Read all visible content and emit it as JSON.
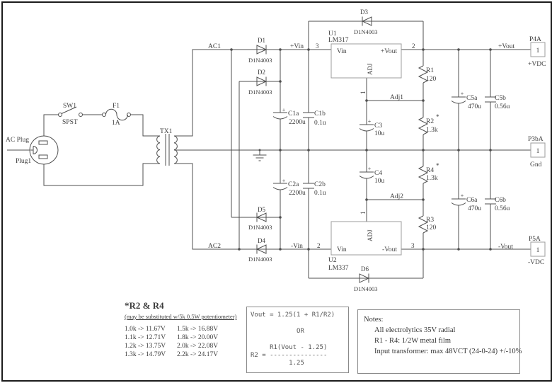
{
  "components": {
    "plug": {
      "label": "AC Plug",
      "ref": "Plug1"
    },
    "switch": {
      "ref": "SW1",
      "type": "SPST"
    },
    "fuse": {
      "ref": "F1",
      "value": "1A"
    },
    "transformer": {
      "ref": "TX1"
    },
    "u1": {
      "ref": "U1",
      "part": "LM317",
      "pin_in_name": "Vin",
      "pin_out_name": "+Vout",
      "pin_adj_name": "ADJ",
      "pin_in": "3",
      "pin_out": "2",
      "pin_adj": "1"
    },
    "u2": {
      "ref": "U2",
      "part": "LM337",
      "pin_in_name": "Vin",
      "pin_out_name": "-Vout",
      "pin_adj_name": "ADJ",
      "pin_in": "2",
      "pin_out": "3",
      "pin_adj": "1"
    },
    "d1": {
      "ref": "D1",
      "part": "D1N4003"
    },
    "d2": {
      "ref": "D2",
      "part": "D1N4003"
    },
    "d3": {
      "ref": "D3",
      "part": "D1N4003"
    },
    "d4": {
      "ref": "D4",
      "part": "D1N4003"
    },
    "d5": {
      "ref": "D5",
      "part": "D1N4003"
    },
    "d6": {
      "ref": "D6",
      "part": "D1N4003"
    },
    "r1": {
      "ref": "R1",
      "value": "120"
    },
    "r2": {
      "ref": "R2",
      "value": "1.3k",
      "star": "*"
    },
    "r3": {
      "ref": "R3",
      "value": "120"
    },
    "r4": {
      "ref": "R4",
      "value": "1.3k",
      "star": "*"
    },
    "c1a": {
      "ref": "C1a",
      "value": "2200u",
      "plus": "+"
    },
    "c1b": {
      "ref": "C1b",
      "value": "0.1u"
    },
    "c2a": {
      "ref": "C2a",
      "value": "2200u",
      "plus": "+"
    },
    "c2b": {
      "ref": "C2b",
      "value": "0.1u"
    },
    "c3": {
      "ref": "C3",
      "value": "10u",
      "plus": "+"
    },
    "c4": {
      "ref": "C4",
      "value": "10u",
      "plus": "+"
    },
    "c5a": {
      "ref": "C5a",
      "value": "470u",
      "plus": "+"
    },
    "c5b": {
      "ref": "C5b",
      "value": "0.56u"
    },
    "c6a": {
      "ref": "C6a",
      "value": "470u",
      "plus": "+"
    },
    "c6b": {
      "ref": "C6b",
      "value": "0.56u"
    }
  },
  "nets": {
    "ac1": "AC1",
    "ac2": "AC2",
    "vin_pos": "+Vin",
    "vin_neg": "-Vin",
    "vout_pos": "+Vout",
    "vout_neg": "-Vout",
    "adj1": "Adj1",
    "adj2": "Adj2"
  },
  "connectors": {
    "p4a": {
      "ref": "P4A",
      "pin": "1",
      "net": "+VDC"
    },
    "p3ba": {
      "ref": "P3bA",
      "pin": "1",
      "net": "Gnd"
    },
    "p5a": {
      "ref": "P5A",
      "pin": "1",
      "net": "-VDC"
    }
  },
  "r2r4_note": {
    "title": "*R2 & R4",
    "subtitle": "(may be substituted w/5k 0.5W potentiometer)",
    "col1": [
      "1.0k -> 11.67V",
      "1.1k -> 12.71V",
      "1.2k -> 13.75V",
      "1.3k -> 14.79V"
    ],
    "col2": [
      "1.5k -> 16.88V",
      "1.8k -> 20.00V",
      "2.0k -> 22.08V",
      "2.2k -> 24.17V"
    ]
  },
  "formula": {
    "lines": [
      "Vout = 1.25(1 + R1/R2)",
      "",
      "            OR",
      "",
      "     R1(Vout - 1.25)",
      "R2 = ---------------",
      "          1.25"
    ]
  },
  "notes": {
    "title": "Notes:",
    "items": [
      "All electrolytics 35V radial",
      "R1 - R4: 1/2W metal film",
      "Input transformer: max 48VCT (24-0-24) +/-10%"
    ]
  }
}
